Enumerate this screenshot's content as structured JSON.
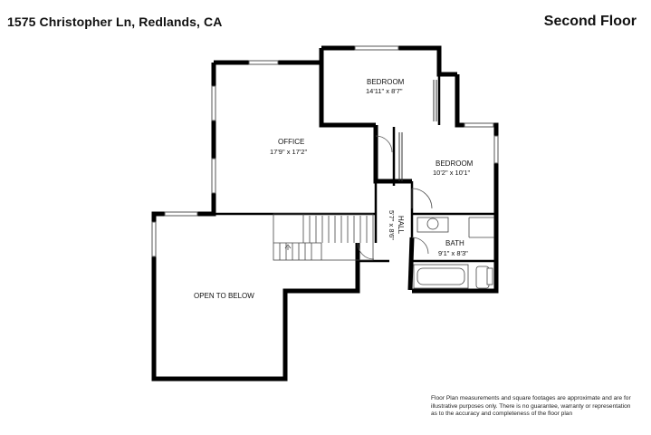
{
  "header": {
    "address": "1575 Christopher Ln, Redlands, CA",
    "floor": "Second Floor"
  },
  "rooms": {
    "bedroom1": {
      "name": "BEDROOM",
      "dims": "14'11\" x 8'7\""
    },
    "bedroom2": {
      "name": "BEDROOM",
      "dims": "10'2\" x 10'1\""
    },
    "office": {
      "name": "OFFICE",
      "dims": "17'9\" x 17'2\""
    },
    "hall": {
      "name": "HALL",
      "dims": "5'7\" x 8'6\""
    },
    "bath": {
      "name": "BATH",
      "dims": "9'1\" x 8'3\""
    },
    "open_to_below": {
      "name": "OPEN TO BELOW"
    }
  },
  "disclaimer": {
    "line1": "Floor Plan measurements and square footages are approximate and are for",
    "line2": "illustrative purposes only. There is no guarantee, warranty or representation",
    "line3": "as to the accuracy and completeness of the floor plan"
  }
}
